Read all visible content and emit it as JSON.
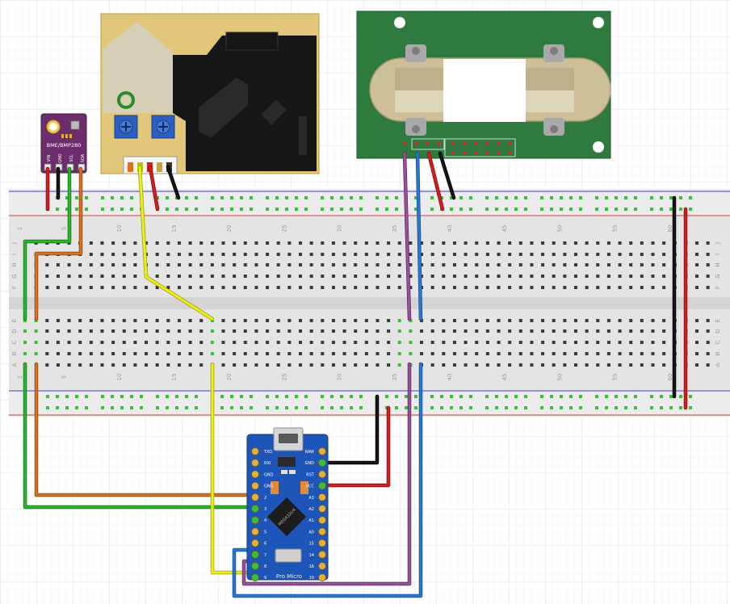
{
  "bme_sensor": {
    "label": "BME/BMP280",
    "pins": [
      "VIN",
      "GND",
      "SCL",
      "SDA"
    ]
  },
  "breadboard": {
    "column_numbers": [
      "1",
      "5",
      "10",
      "15",
      "20",
      "25",
      "30",
      "35",
      "40",
      "45",
      "50",
      "55",
      "60"
    ],
    "row_letters_top": [
      "J",
      "I",
      "H",
      "G",
      "F"
    ],
    "row_letters_bottom": [
      "E",
      "D",
      "C",
      "B",
      "A"
    ]
  },
  "pro_micro": {
    "board_label": "Pro Micro",
    "chip_label": "MEGA32U4",
    "left_pins": [
      "TXO",
      "RXI",
      "GND",
      "GND",
      "2",
      "3",
      "4",
      "5",
      "6",
      "7",
      "8",
      "9"
    ],
    "right_pins": [
      "RAW",
      "GND",
      "RST",
      "VCC",
      "A3",
      "A2",
      "A1",
      "A0",
      "15",
      "14",
      "16",
      "10"
    ]
  },
  "colors": {
    "wire_red": "#d81b1b",
    "wire_black": "#151515",
    "wire_green": "#2bb62b",
    "wire_orange": "#d7701f",
    "wire_yellow": "#eeee1a",
    "wire_purple": "#9a4f9a",
    "wire_blue": "#2a78d0",
    "bme_board": "#6b2d6b",
    "dust_sensor_board": "#e2c77a",
    "co2_sensor_board": "#2f7a3f",
    "pro_micro_board": "#1e55b8",
    "breadboard_body": "#e4e4e4"
  }
}
